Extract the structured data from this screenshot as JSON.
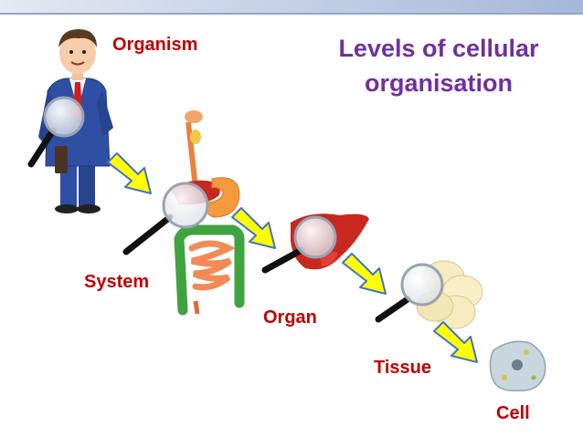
{
  "title": "Levels of cellular organisation",
  "title_line1": "Levels of cellular",
  "title_line2": "organisation",
  "levels": [
    {
      "label": "Organism",
      "icon": "man-in-suit-icon"
    },
    {
      "label": "System",
      "icon": "digestive-system-icon"
    },
    {
      "label": "Organ",
      "icon": "liver-organ-icon"
    },
    {
      "label": "Tissue",
      "icon": "tissue-cells-icon"
    },
    {
      "label": "Cell",
      "icon": "single-cell-icon"
    }
  ],
  "colors": {
    "title": "#7030a0",
    "labels": "#c00000",
    "arrow_fill": "#ffff00",
    "arrow_stroke": "#4472c4",
    "suit": "#2f4fa3",
    "tie": "#d01e1e",
    "liver": "#c8281e",
    "intestine": "#3fa33f",
    "tissue": "#f6ecc0",
    "cell": "#c8d6de"
  }
}
